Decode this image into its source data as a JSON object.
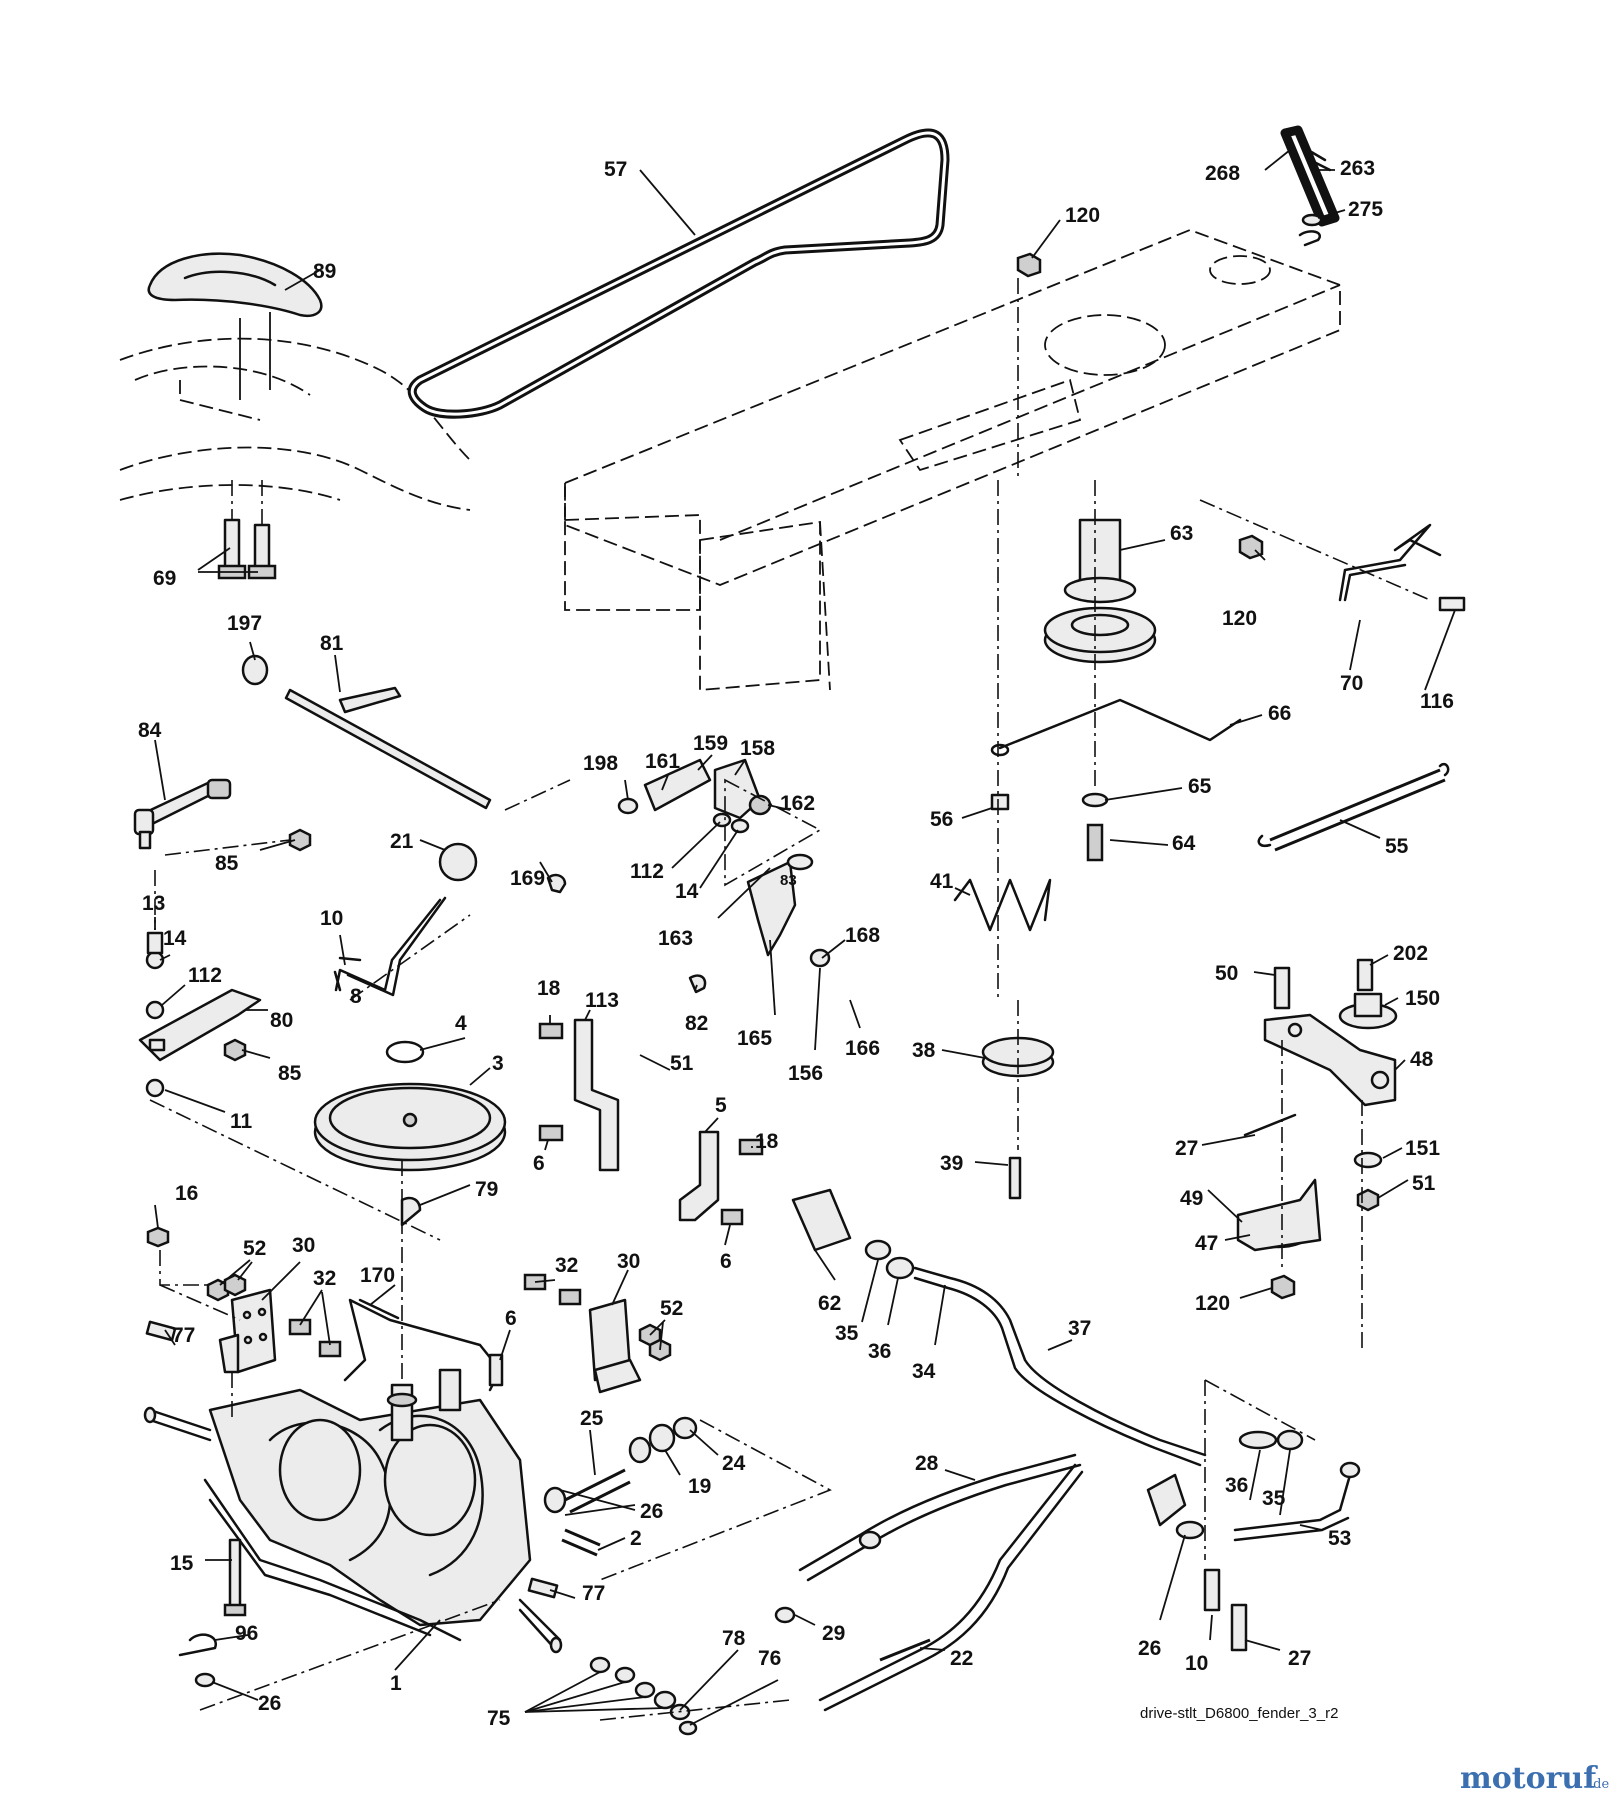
{
  "drawing_id": "drive-stlt_D6800_fender_3_r2",
  "watermark": {
    "name": "motoruf",
    "tld": ".de"
  },
  "labels": [
    "57",
    "268",
    "263",
    "275",
    "120",
    "89",
    "69",
    "197",
    "81",
    "84",
    "85",
    "21",
    "10",
    "8",
    "13",
    "14",
    "112",
    "80",
    "85",
    "11",
    "198",
    "161",
    "159",
    "158",
    "162",
    "169",
    "112",
    "14",
    "83",
    "163",
    "168",
    "82",
    "165",
    "156",
    "166",
    "18",
    "113",
    "51",
    "6",
    "5",
    "18",
    "6",
    "4",
    "3",
    "79",
    "16",
    "52",
    "30",
    "32",
    "170",
    "77",
    "15",
    "96",
    "26",
    "1",
    "6",
    "32",
    "30",
    "52",
    "25",
    "19",
    "24",
    "26",
    "2",
    "77",
    "78",
    "76",
    "75",
    "63",
    "120",
    "70",
    "116",
    "66",
    "56",
    "65",
    "64",
    "55",
    "41",
    "38",
    "39",
    "50",
    "202",
    "150",
    "48",
    "27",
    "151",
    "51",
    "49",
    "47",
    "120",
    "62",
    "35",
    "36",
    "34",
    "37",
    "28",
    "29",
    "22",
    "36",
    "35",
    "53",
    "26",
    "10",
    "27"
  ]
}
